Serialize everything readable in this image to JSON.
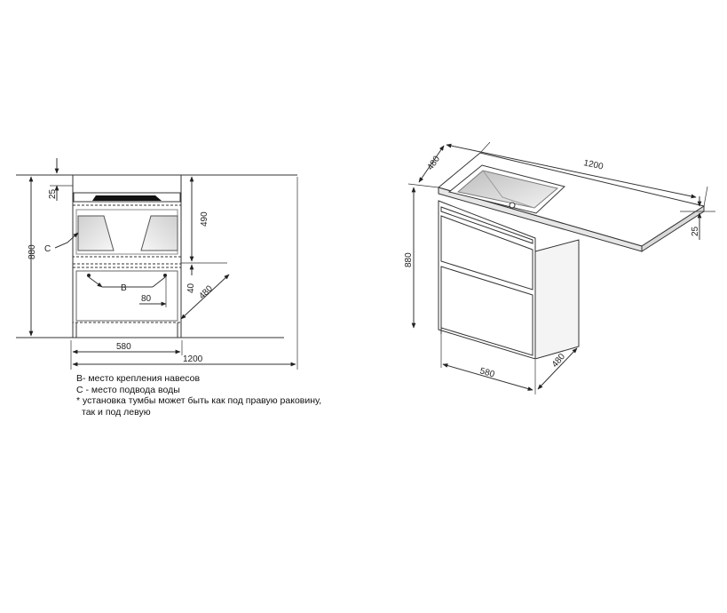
{
  "front_view": {
    "dims": {
      "overall_height": "880",
      "countertop_thickness": "25",
      "upper_drawer": "490",
      "gap": "40",
      "depth": "480",
      "b_offset": "80",
      "cabinet_width": "580",
      "overall_width": "1200"
    },
    "labels": {
      "c": "C",
      "b": "B"
    }
  },
  "iso_view": {
    "dims": {
      "depth_top": "480",
      "length_top": "1200",
      "thickness": "25",
      "height": "880",
      "width_bottom": "580",
      "depth_bottom": "480"
    }
  },
  "notes": [
    "B- место крепления навесов",
    "C - место подвода воды",
    "* установка тумбы может быть как под правую раковину,",
    "так и под левую"
  ]
}
